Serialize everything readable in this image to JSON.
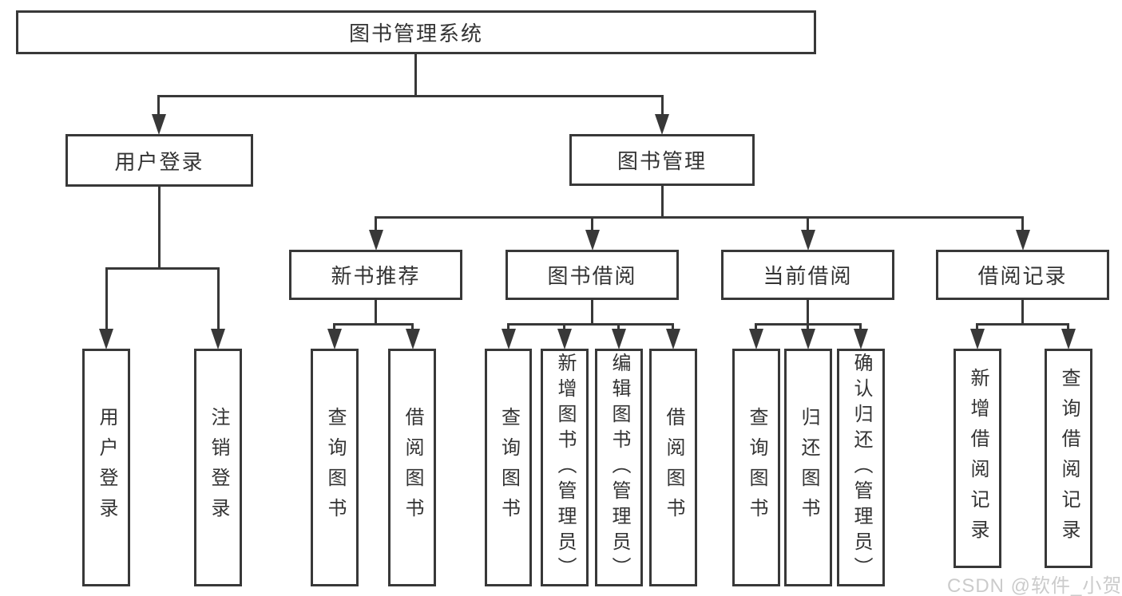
{
  "tree": {
    "root": {
      "label": "图书管理系统",
      "children": [
        {
          "label": "用户登录",
          "children": [
            {
              "label": "用户登录"
            },
            {
              "label": "注销登录"
            }
          ]
        },
        {
          "label": "图书管理",
          "children": [
            {
              "label": "新书推荐",
              "children": [
                {
                  "label": "查询图书"
                },
                {
                  "label": "借阅图书"
                }
              ]
            },
            {
              "label": "图书借阅",
              "children": [
                {
                  "label": "查询图书"
                },
                {
                  "label": "新增图书（管理员）"
                },
                {
                  "label": "编辑图书（管理员）"
                },
                {
                  "label": "借阅图书"
                }
              ]
            },
            {
              "label": "当前借阅",
              "children": [
                {
                  "label": "查询图书"
                },
                {
                  "label": "归还图书"
                },
                {
                  "label": "确认归还（管理员）"
                }
              ]
            },
            {
              "label": "借阅记录",
              "children": [
                {
                  "label": "新增借阅记录"
                },
                {
                  "label": "查询借阅记录"
                }
              ]
            }
          ]
        }
      ]
    }
  },
  "watermark": "CSDN @软件_小贺同学",
  "colors": {
    "line": "#383838",
    "text": "#333333",
    "watermark": "#cbcbcb",
    "background": "#ffffff"
  }
}
